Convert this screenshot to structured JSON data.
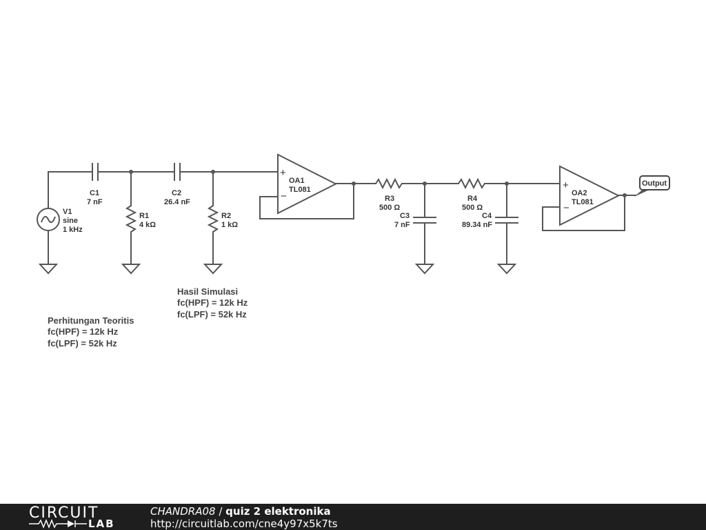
{
  "components": {
    "v1": {
      "name": "V1",
      "type": "sine",
      "value": "1 kHz"
    },
    "c1": {
      "name": "C1",
      "value": "7 nF"
    },
    "c2": {
      "name": "C2",
      "value": "26.4 nF"
    },
    "r1": {
      "name": "R1",
      "value": "4 kΩ"
    },
    "r2": {
      "name": "R2",
      "value": "1 kΩ"
    },
    "oa1": {
      "name": "OA1",
      "model": "TL081"
    },
    "r3": {
      "name": "R3",
      "value": "500 Ω"
    },
    "c3": {
      "name": "C3",
      "value": "7 nF"
    },
    "r4": {
      "name": "R4",
      "value": "500 Ω"
    },
    "c4": {
      "name": "C4",
      "value": "89.34 nF"
    },
    "oa2": {
      "name": "OA2",
      "model": "TL081"
    }
  },
  "opamp_signs": {
    "plus": "+",
    "minus": "−"
  },
  "output_label": "Output",
  "notes": {
    "simulation": {
      "title": "Hasil Simulasi",
      "line1": "fc(HPF) = 12k Hz",
      "line2": "fc(LPF) = 52k Hz"
    },
    "theory": {
      "title": "Perhitungan Teoritis",
      "line1": "fc(HPF) = 12k Hz",
      "line2": "fc(LPF) = 52k Hz"
    }
  },
  "footer": {
    "logo_top": "CIRCUIT",
    "logo_bottom": "LAB",
    "author": "CHANDRA08",
    "separator": " / ",
    "project": "quiz 2 elektronika",
    "url": "http://circuitlab.com/cne4y97x5k7ts"
  },
  "colors": {
    "wire": "#555555",
    "footer_bg": "#1e1e1e",
    "footer_text": "#ffffff"
  }
}
